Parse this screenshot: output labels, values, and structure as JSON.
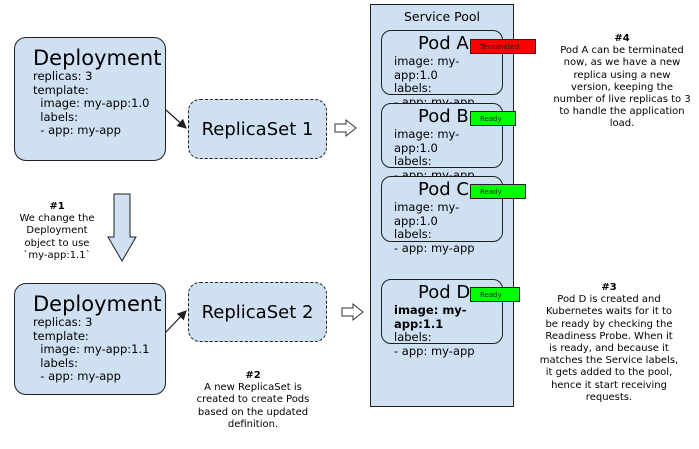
{
  "deployment1": {
    "title": "Deployment",
    "lines": [
      "replicas: 3",
      "template:",
      "  image: my-app:1.0",
      "  labels:",
      "  - app: my-app"
    ]
  },
  "deployment2": {
    "title": "Deployment",
    "lines": [
      "replicas: 3",
      "template:",
      "  image: my-app:1.1",
      "  labels:",
      "  - app: my-app"
    ]
  },
  "replicaset1": {
    "title": "ReplicaSet 1"
  },
  "replicaset2": {
    "title": "ReplicaSet 2"
  },
  "service_pool": {
    "title": "Service Pool"
  },
  "pods": [
    {
      "title": "Pod A",
      "badge": "Terminated",
      "badge_color": "#ff0000",
      "image": "image: my-app:1.0",
      "labels": "labels:",
      "app": "- app: my-app"
    },
    {
      "title": "Pod B",
      "badge": "Ready",
      "badge_color": "#00ff00",
      "image": "image: my-app:1.0",
      "labels": "labels:",
      "app": "- app: my-app"
    },
    {
      "title": "Pod C",
      "badge": "Ready",
      "badge_color": "#00ff00",
      "image": "image: my-app:1.0",
      "labels": "labels:",
      "app": "- app: my-app"
    },
    {
      "title": "Pod D",
      "badge": "Ready",
      "badge_color": "#00ff00",
      "image": "image: my-app:1.1",
      "labels": "labels:",
      "app": "- app: my-app"
    }
  ],
  "notes": {
    "n1": {
      "num": "#1",
      "text": [
        "We change the",
        "Deployment",
        "object to use",
        "`my-app:1.1`"
      ]
    },
    "n2": {
      "num": "#2",
      "text": [
        "A new ReplicaSet is",
        "created to create Pods",
        "based on the updated",
        "definition."
      ]
    },
    "n3": {
      "num": "#3",
      "text": [
        "Pod D is created and",
        "Kubernetes waits for it to",
        "be ready by checking the",
        "Readiness Probe. When it",
        "is ready, and because it",
        "matches the Service labels,",
        "it gets added to the pool,",
        "hence it start receiving",
        "requests."
      ]
    },
    "n4": {
      "num": "#4",
      "text": [
        "Pod A can be terminated",
        "now, as we have a new",
        "replica using a new",
        "version, keeping the",
        "number of live replicas to 3",
        "to handle the application",
        "load."
      ]
    }
  },
  "colors": {
    "box_fill": "#cfe0f2",
    "terminated": "#ff0000",
    "ready": "#00ff00"
  }
}
